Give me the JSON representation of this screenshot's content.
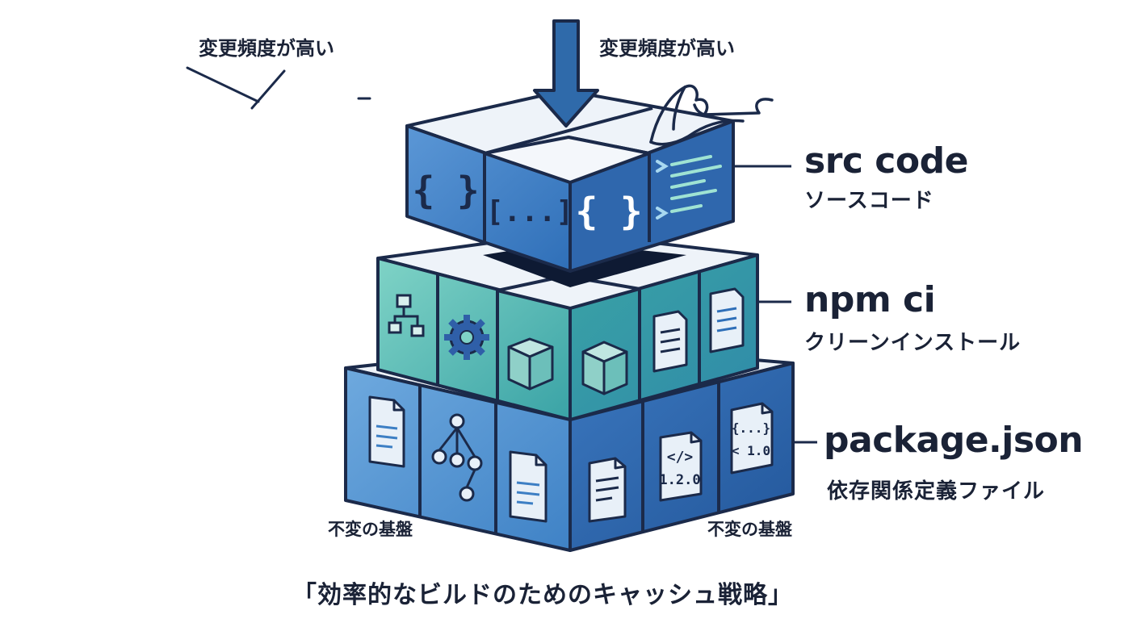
{
  "annotations": {
    "top_left": "変更頻度が高い",
    "top_center": "変更頻度が高い",
    "base_left": "不変の基盤",
    "base_right": "不変の基盤"
  },
  "layers": [
    {
      "title": "src code",
      "subtitle": "ソースコード"
    },
    {
      "title": "npm ci",
      "subtitle": "クリーンインストール"
    },
    {
      "title": "package.json",
      "subtitle": "依存関係定義ファイル"
    }
  ],
  "icons": {
    "top_curly": "{ }",
    "top_bracket": "[...]",
    "top_curly_front": "{ }",
    "file_code": "</>",
    "file_version": "1.2.0",
    "json_braces": "{...}",
    "json_version": "< 1.0"
  },
  "caption": "「効率的なビルドのためのキャッシュ戦略」",
  "colors": {
    "outline": "#1b2a4a",
    "top_layer": "#3d7fc4",
    "middle_layer": "#4fb6b0",
    "bottom_layer": "#2f6fb8",
    "arrow": "#2f6aaa"
  }
}
